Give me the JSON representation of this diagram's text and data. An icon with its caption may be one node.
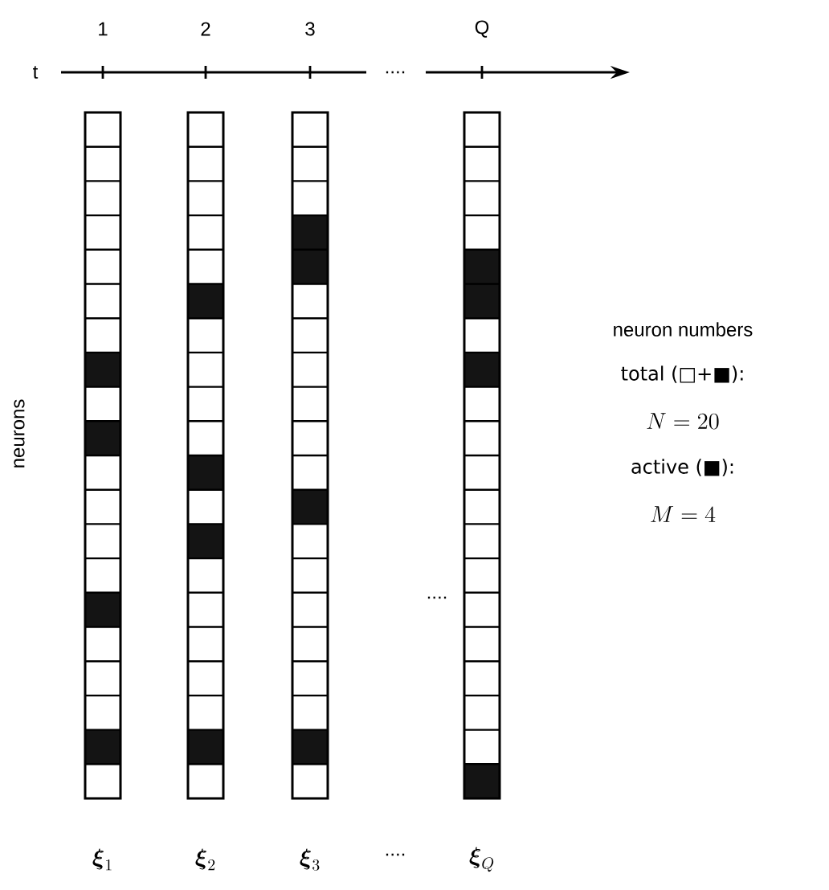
{
  "diagram": {
    "nodes": [
      {
        "text": [],
        "shape": "bar",
        "beside": [
          "\\boldsymbol{\\xi}_1"
        ]
      },
      {
        "text": [],
        "shape": "bar",
        "beside": [
          "\\boldsymbol{\\xi}_2"
        ]
      },
      {
        "text": [],
        "shape": "bar",
        "beside": [
          "\\boldsymbol{\\xi}_3"
        ]
      },
      {
        "text": [],
        "shape": "bar",
        "beside": [
          "\\boldsymbol{\\xi}_Q"
        ]
      }
    ],
    "edges": [],
    "labels": [
      "1",
      "2",
      "3",
      "Q",
      "t",
      "....",
      "neurons",
      "neuron numbers",
      "total (□+■):",
      "N = 20",
      "active (■):",
      "M = 4",
      "....",
      "...."
    ]
  }
}
